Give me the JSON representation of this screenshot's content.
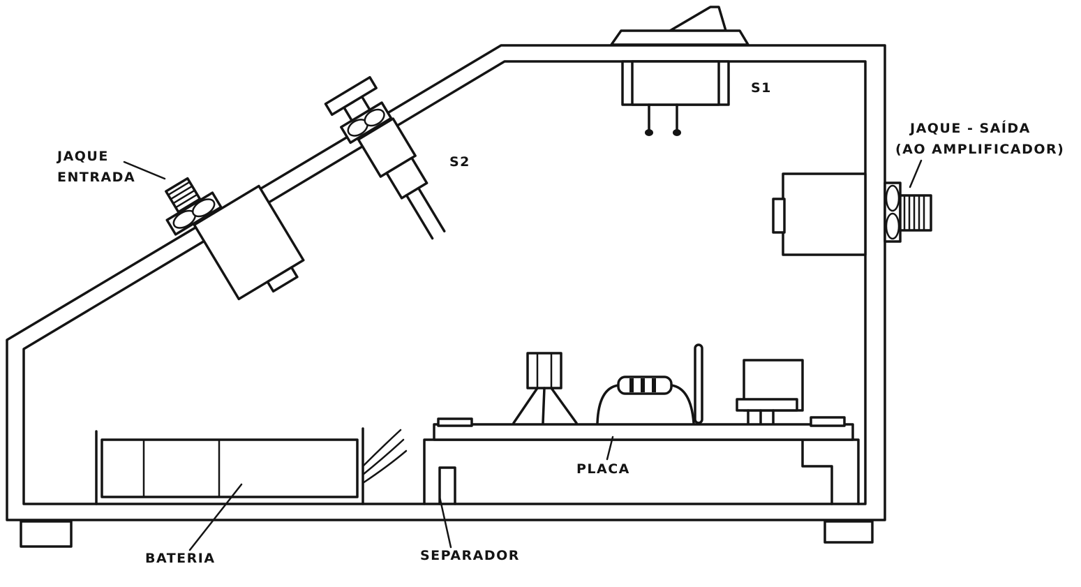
{
  "labels": {
    "jack_input_line1": "JAQUE",
    "jack_input_line2": "ENTRADA",
    "s2": "S2",
    "s1": "S1",
    "jack_output_line1": "JAQUE - SAÍDA",
    "jack_output_line2": "(AO AMPLIFICADOR)",
    "placa": "PLACA",
    "bateria": "BATERIA",
    "separador": "SEPARADOR"
  },
  "colors": {
    "ink": "#141414",
    "paper": "#ffffff"
  }
}
